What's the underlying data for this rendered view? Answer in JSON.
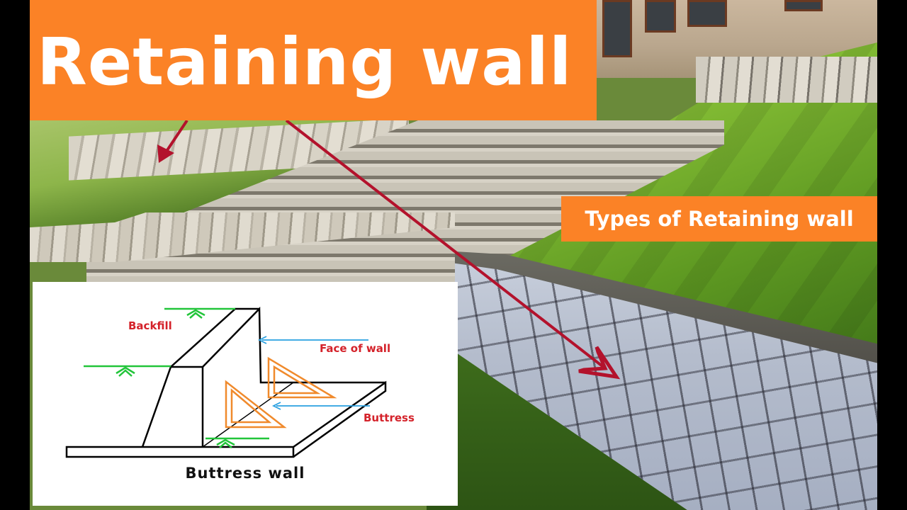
{
  "title": "Retaining wall",
  "subtitle": "Types of Retaining wall",
  "colors": {
    "banner": "#fb8226",
    "banner_text": "#ffffff",
    "arrow": "#b3122c",
    "diagram_label": "#d4222a",
    "ground_line": "#22c53a",
    "pointer_line": "#2aa0e0",
    "buttress_outline": "#f08a2c"
  },
  "diagram": {
    "caption": "Buttress wall",
    "labels": {
      "backfill": "Backfill",
      "face_of_wall": "Face of wall",
      "buttress": "Buttress"
    }
  },
  "photo": {
    "description": "Stone retaining walls and stone staircase on grassy slope in front of a house",
    "elements": [
      "house-facade",
      "stone-staircase",
      "upper-stone-wall",
      "front-stone-retaining-wall",
      "grass-slopes"
    ]
  }
}
